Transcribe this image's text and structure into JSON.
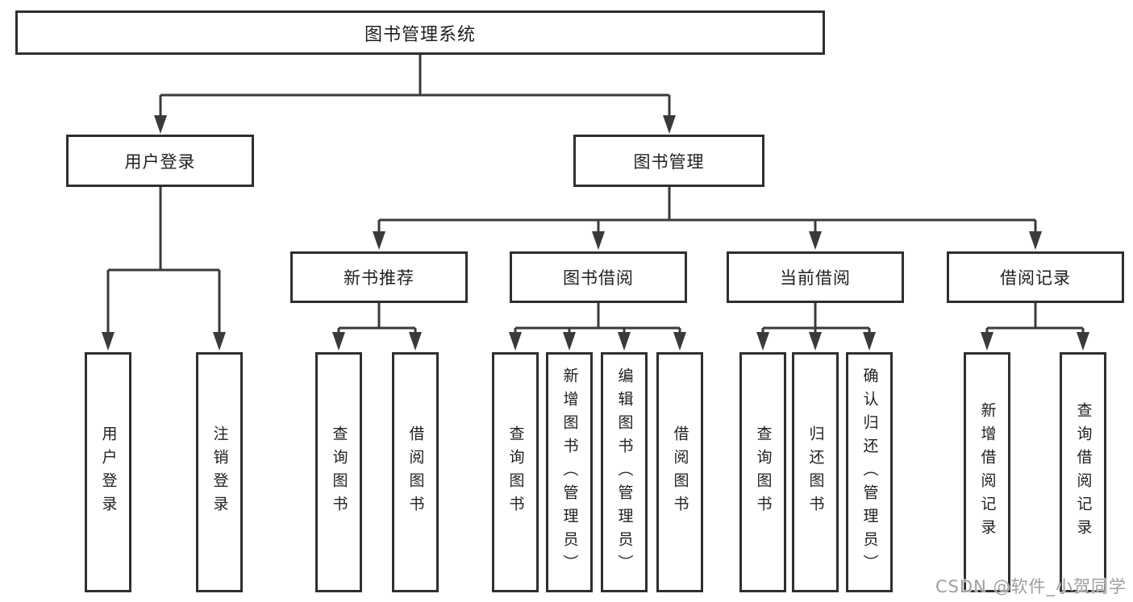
{
  "tree": {
    "label": "图书管理系统",
    "children": [
      {
        "label": "用户登录",
        "children": [
          {
            "label": "用户登录"
          },
          {
            "label": "注销登录"
          }
        ]
      },
      {
        "label": "图书管理",
        "children": [
          {
            "label": "新书推荐",
            "children": [
              {
                "label": "查询图书"
              },
              {
                "label": "借阅图书"
              }
            ]
          },
          {
            "label": "图书借阅",
            "children": [
              {
                "label": "查询图书"
              },
              {
                "label": "新增图书（管理员）"
              },
              {
                "label": "编辑图书（管理员）"
              },
              {
                "label": "借阅图书"
              }
            ]
          },
          {
            "label": "当前借阅",
            "children": [
              {
                "label": "查询图书"
              },
              {
                "label": "归还图书"
              },
              {
                "label": "确认归还（管理员）"
              }
            ]
          },
          {
            "label": "借阅记录",
            "children": [
              {
                "label": "新增借阅记录"
              },
              {
                "label": "查询借阅记录"
              }
            ]
          }
        ]
      }
    ]
  },
  "watermark": {
    "text": "CSDN @软件_小贺同学"
  },
  "colors": {
    "background": "#ffffff",
    "box_border": "#2f2f2f",
    "line": "#3a3a3a",
    "text": "#1f1f1f",
    "watermark": "#9e9e9e"
  }
}
